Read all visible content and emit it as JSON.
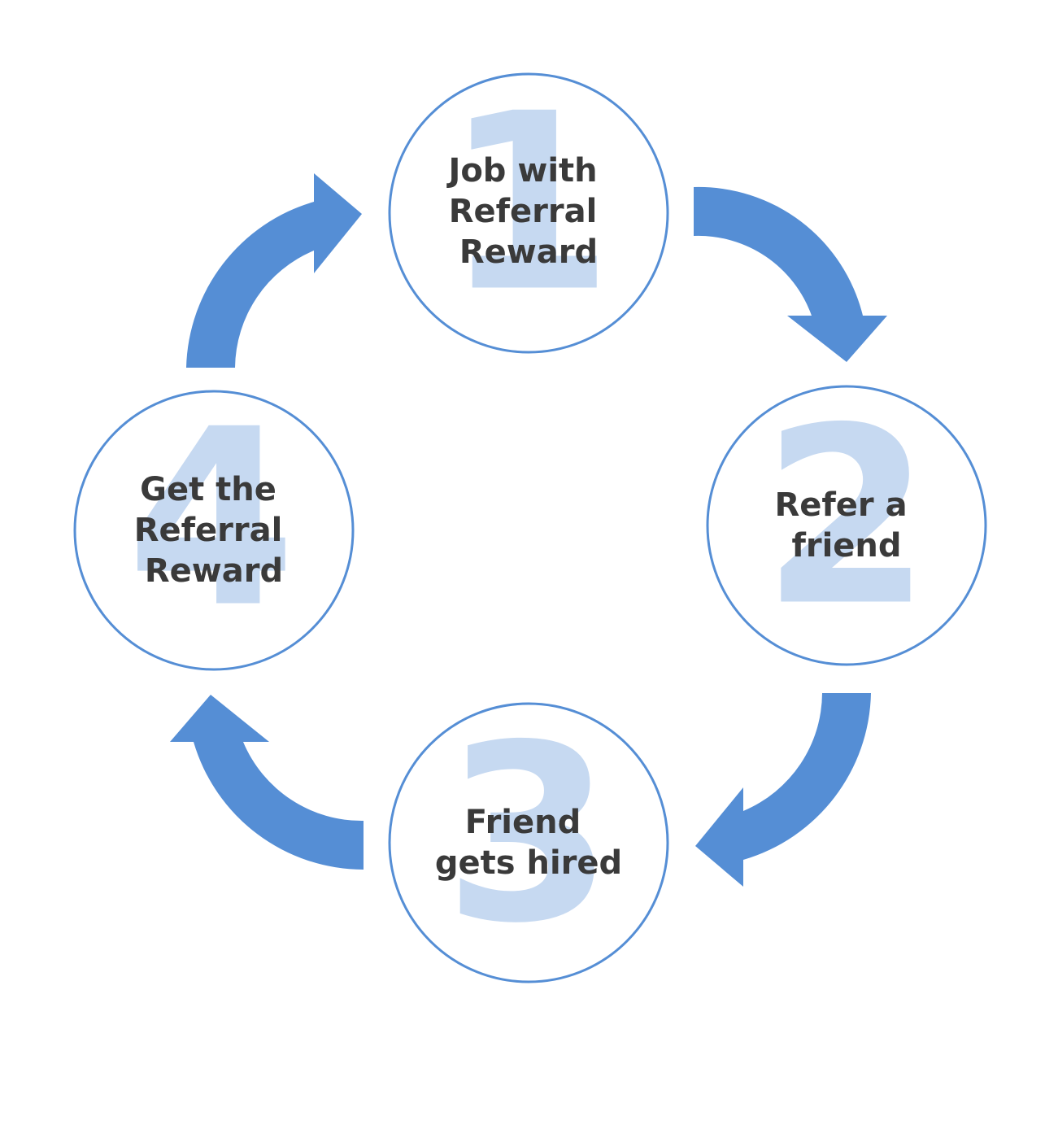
{
  "colors": {
    "accent": "#558ed5",
    "number_fill": "#c6d9f1",
    "label_text": "#3a3a3a",
    "background": "#ffffff"
  },
  "steps": [
    {
      "number": "1",
      "label_lines": [
        "Job with",
        "Referral",
        "Reward"
      ]
    },
    {
      "number": "2",
      "label_lines": [
        "Refer a",
        "friend"
      ]
    },
    {
      "number": "3",
      "label_lines": [
        "Friend",
        "gets hired"
      ]
    },
    {
      "number": "4",
      "label_lines": [
        "Get the",
        "Referral",
        "Reward"
      ]
    }
  ],
  "arrows": [
    {
      "from": "1",
      "to": "2",
      "icon": "curved-arrow-clockwise-icon"
    },
    {
      "from": "2",
      "to": "3",
      "icon": "curved-arrow-clockwise-icon"
    },
    {
      "from": "3",
      "to": "4",
      "icon": "curved-arrow-clockwise-icon"
    },
    {
      "from": "4",
      "to": "1",
      "icon": "curved-arrow-clockwise-icon"
    }
  ]
}
